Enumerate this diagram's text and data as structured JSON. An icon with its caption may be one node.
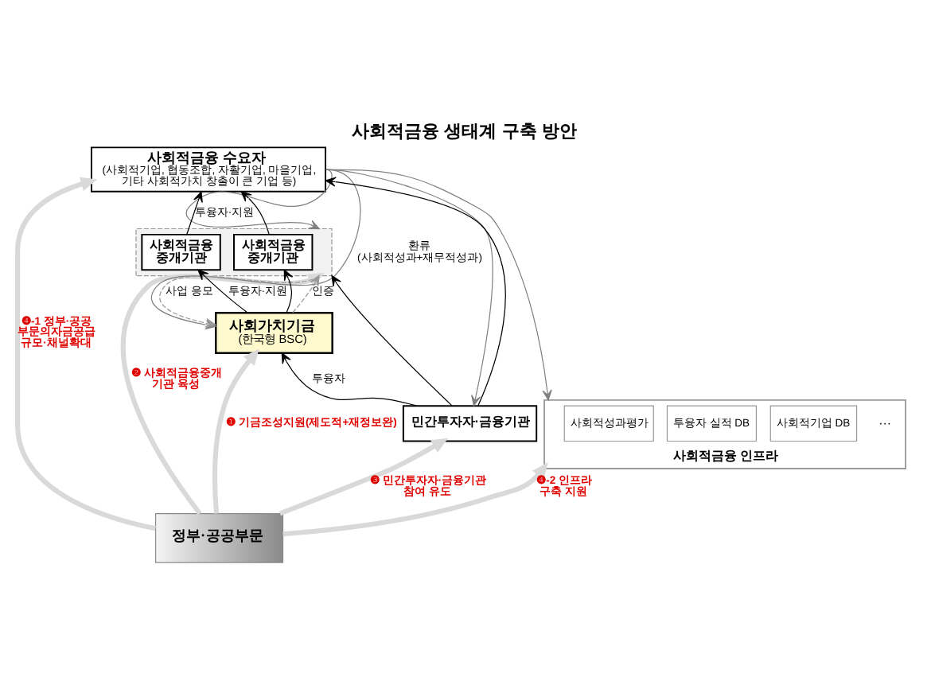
{
  "diagram": {
    "title": "사회적금융 생태계 구축 방안",
    "nodes": [
      {
        "text": [
          "정부·공공부문"
        ]
      },
      {
        "text": [
          "사회적금융 수요자",
          "(사회적기업, 협동조합, 자활기업, 마을기업, 기타 사회적가치 창출이 큰 기업 등)"
        ]
      },
      {
        "text": [],
        "shape": "box"
      },
      {
        "text": [
          "사회적금융 중개기관"
        ],
        "in": 2
      },
      {
        "text": [
          "사회적금융 중개기관"
        ],
        "in": 2
      },
      {
        "text": [
          "사회가치기금",
          "(한국형 BSC)"
        ]
      },
      {
        "text": [
          "민간투자자·금융기관"
        ]
      },
      {
        "text": [
          "사회적금융 인프라"
        ]
      },
      {
        "text": [
          "사회적성과평가"
        ],
        "in": 7
      },
      {
        "text": [
          "투융자 실적 DB"
        ],
        "in": 7
      },
      {
        "text": [
          "사회적기업 DB"
        ],
        "in": 7
      }
    ],
    "edges": [
      {
        "from": 0,
        "to": 1,
        "arrow": "to",
        "label": "❹-1 정부·공공 부문의자금공급 규모·채널확대",
        "style": "thick",
        "color": "#d9d9d9"
      },
      {
        "from": 0,
        "to": 2,
        "arrow": "to",
        "label": "❷ 사회적금융중개 기관 육성",
        "style": "thick",
        "color": "#d9d9d9"
      },
      {
        "from": 0,
        "to": 5,
        "arrow": "to",
        "label": "❶ 기금조성지원(제도적+재정보완)",
        "style": "thick",
        "color": "#d9d9d9"
      },
      {
        "from": 0,
        "to": 6,
        "arrow": "to",
        "label": "❸ 민간투자자·금융기관 참여 유도",
        "style": "thick",
        "color": "#d9d9d9"
      },
      {
        "from": 0,
        "to": 7,
        "arrow": "to",
        "label": "❹-2 인프라 구축 지원",
        "style": "thick",
        "color": "#d9d9d9"
      },
      {
        "from": 3,
        "to": 1,
        "arrow": "to",
        "label": "투융자·지원"
      },
      {
        "from": 4,
        "to": 1,
        "arrow": "to"
      },
      {
        "from": 5,
        "to": 3,
        "arrow": "to",
        "label": "투융자·지원"
      },
      {
        "from": 5,
        "to": 4,
        "arrow": "to"
      },
      {
        "from": 2,
        "to": 5,
        "arrow": "to",
        "label": "사업 응모",
        "style": "dashed",
        "color": "#999999"
      },
      {
        "from": 5,
        "to": 2,
        "arrow": "to",
        "label": "인증",
        "style": "dashed",
        "color": "#999999"
      },
      {
        "from": 6,
        "to": 5,
        "arrow": "to",
        "label": "투융자"
      },
      {
        "from": 6,
        "to": 2,
        "arrow": "to"
      },
      {
        "from": 6,
        "to": 1,
        "arrow": "to"
      },
      {
        "from": 1,
        "to": 2,
        "arrow": "to",
        "color": "#808080"
      },
      {
        "from": 1,
        "to": 5,
        "arrow": "to",
        "label": "환류 (사회적성과+재무적성과)",
        "color": "#808080"
      },
      {
        "from": 1,
        "to": 6,
        "arrow": "to",
        "color": "#808080"
      },
      {
        "from": 1,
        "to": 7,
        "arrow": "to",
        "color": "#808080"
      }
    ],
    "labels": [
      "···"
    ]
  }
}
